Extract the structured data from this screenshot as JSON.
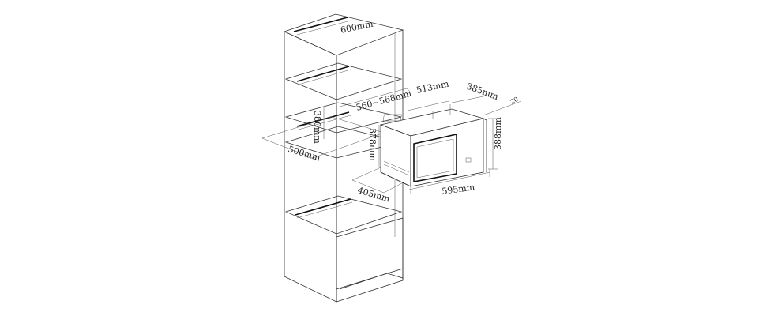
{
  "dimensions": {
    "cabinet_width": "600mm",
    "opening_depth": "560~568mm",
    "opening_height": "380mm",
    "opening_width": "500mm",
    "oven_width": "513mm",
    "oven_depth": "385mm",
    "front_offset": "20",
    "oven_height": "378mm",
    "frame_height": "388mm",
    "oven_base_depth": "405mm",
    "frame_width": "595mm"
  },
  "colors": {
    "line": "#333333",
    "background": "#ffffff"
  }
}
